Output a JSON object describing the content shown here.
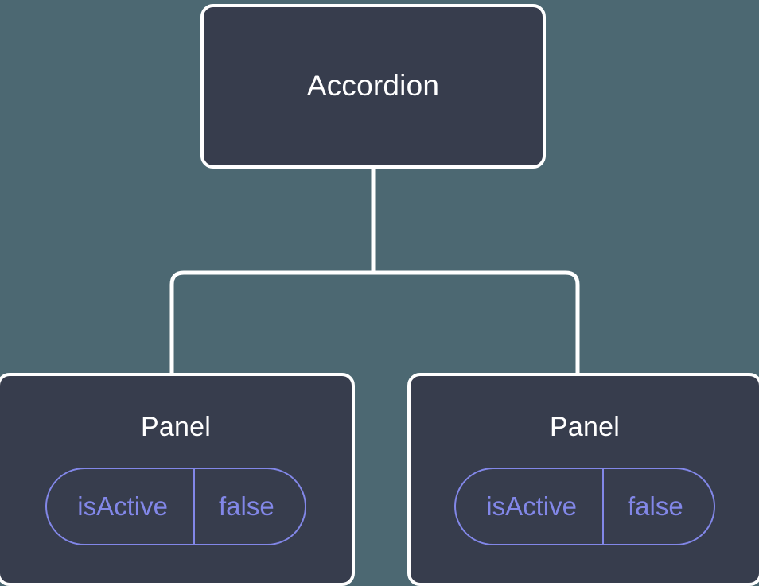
{
  "diagram": {
    "type": "component-tree",
    "background_color": "#4c6872",
    "node_fill_color": "#373d4d",
    "node_border_color": "#ffffff",
    "connector_color": "#ffffff",
    "accent_color": "#8287e8",
    "root": {
      "title": "Accordion"
    },
    "children": [
      {
        "title": "Panel",
        "state": {
          "key": "isActive",
          "value": "false"
        }
      },
      {
        "title": "Panel",
        "state": {
          "key": "isActive",
          "value": "false"
        }
      }
    ]
  }
}
